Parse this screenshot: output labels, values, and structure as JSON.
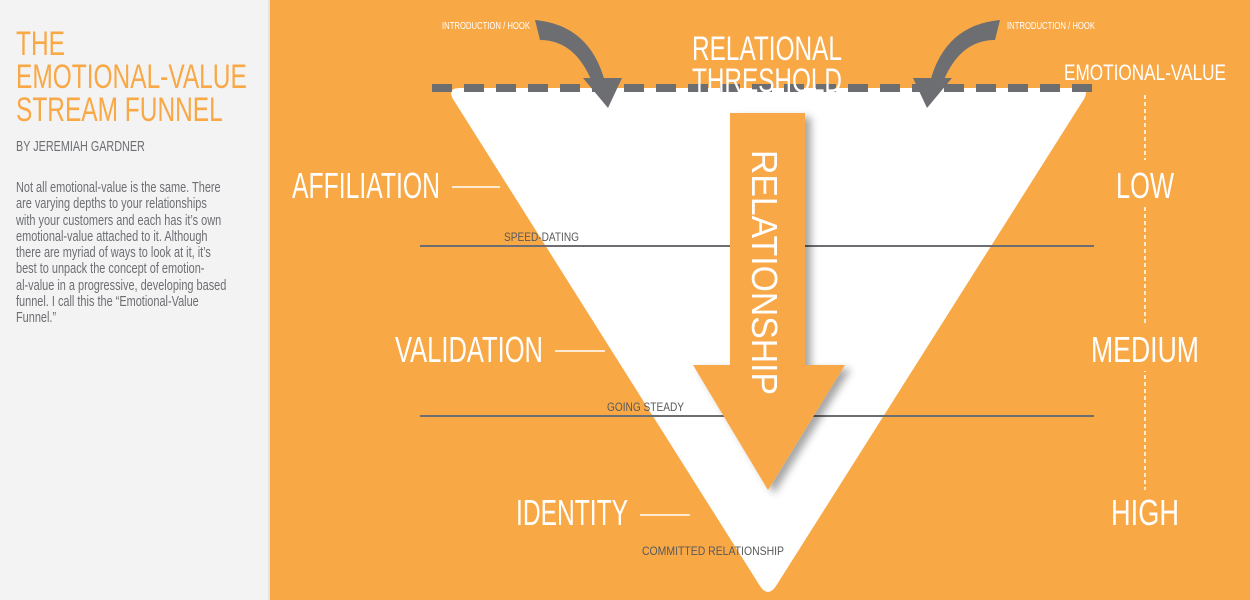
{
  "sidebar": {
    "title_lines": [
      "THE",
      "EMOTIONAL-VALUE",
      "STREAM FUNNEL"
    ],
    "byline": "BY JEREMIAH GARDNER",
    "description_lines": [
      "Not all emotional-value is the same. There",
      "are varying depths to your relationships",
      "with your customers and each has it’s own",
      "emotional-value attached to it. Although",
      "there are myriad of ways to look at it, it’s",
      "best to unpack the concept of emotion-",
      "al-value in a progressive, developing based",
      "funnel. I call this the “Emotional-Value",
      "Funnel.”"
    ]
  },
  "diagram": {
    "hook_left": "INTRODUCTION / HOOK",
    "hook_right": "INTRODUCTION / HOOK",
    "threshold_lines": [
      "RELATIONAL",
      "THRESHOLD"
    ],
    "arrow_label": "RELATIONSHIP",
    "axis_title": "EMOTIONAL-VALUE",
    "stages": [
      {
        "label": "AFFILIATION",
        "level": "LOW"
      },
      {
        "label": "VALIDATION",
        "level": "MEDIUM"
      },
      {
        "label": "IDENTITY",
        "level": "HIGH"
      }
    ],
    "dividers": [
      "SPEED-DATING",
      "GOING STEADY",
      "COMMITTED RELATIONSHIP"
    ]
  },
  "colors": {
    "background": "#F9A846",
    "gray": "#6D6E71",
    "white": "#FFFFFF",
    "sidebar": "#F3F3F4"
  }
}
